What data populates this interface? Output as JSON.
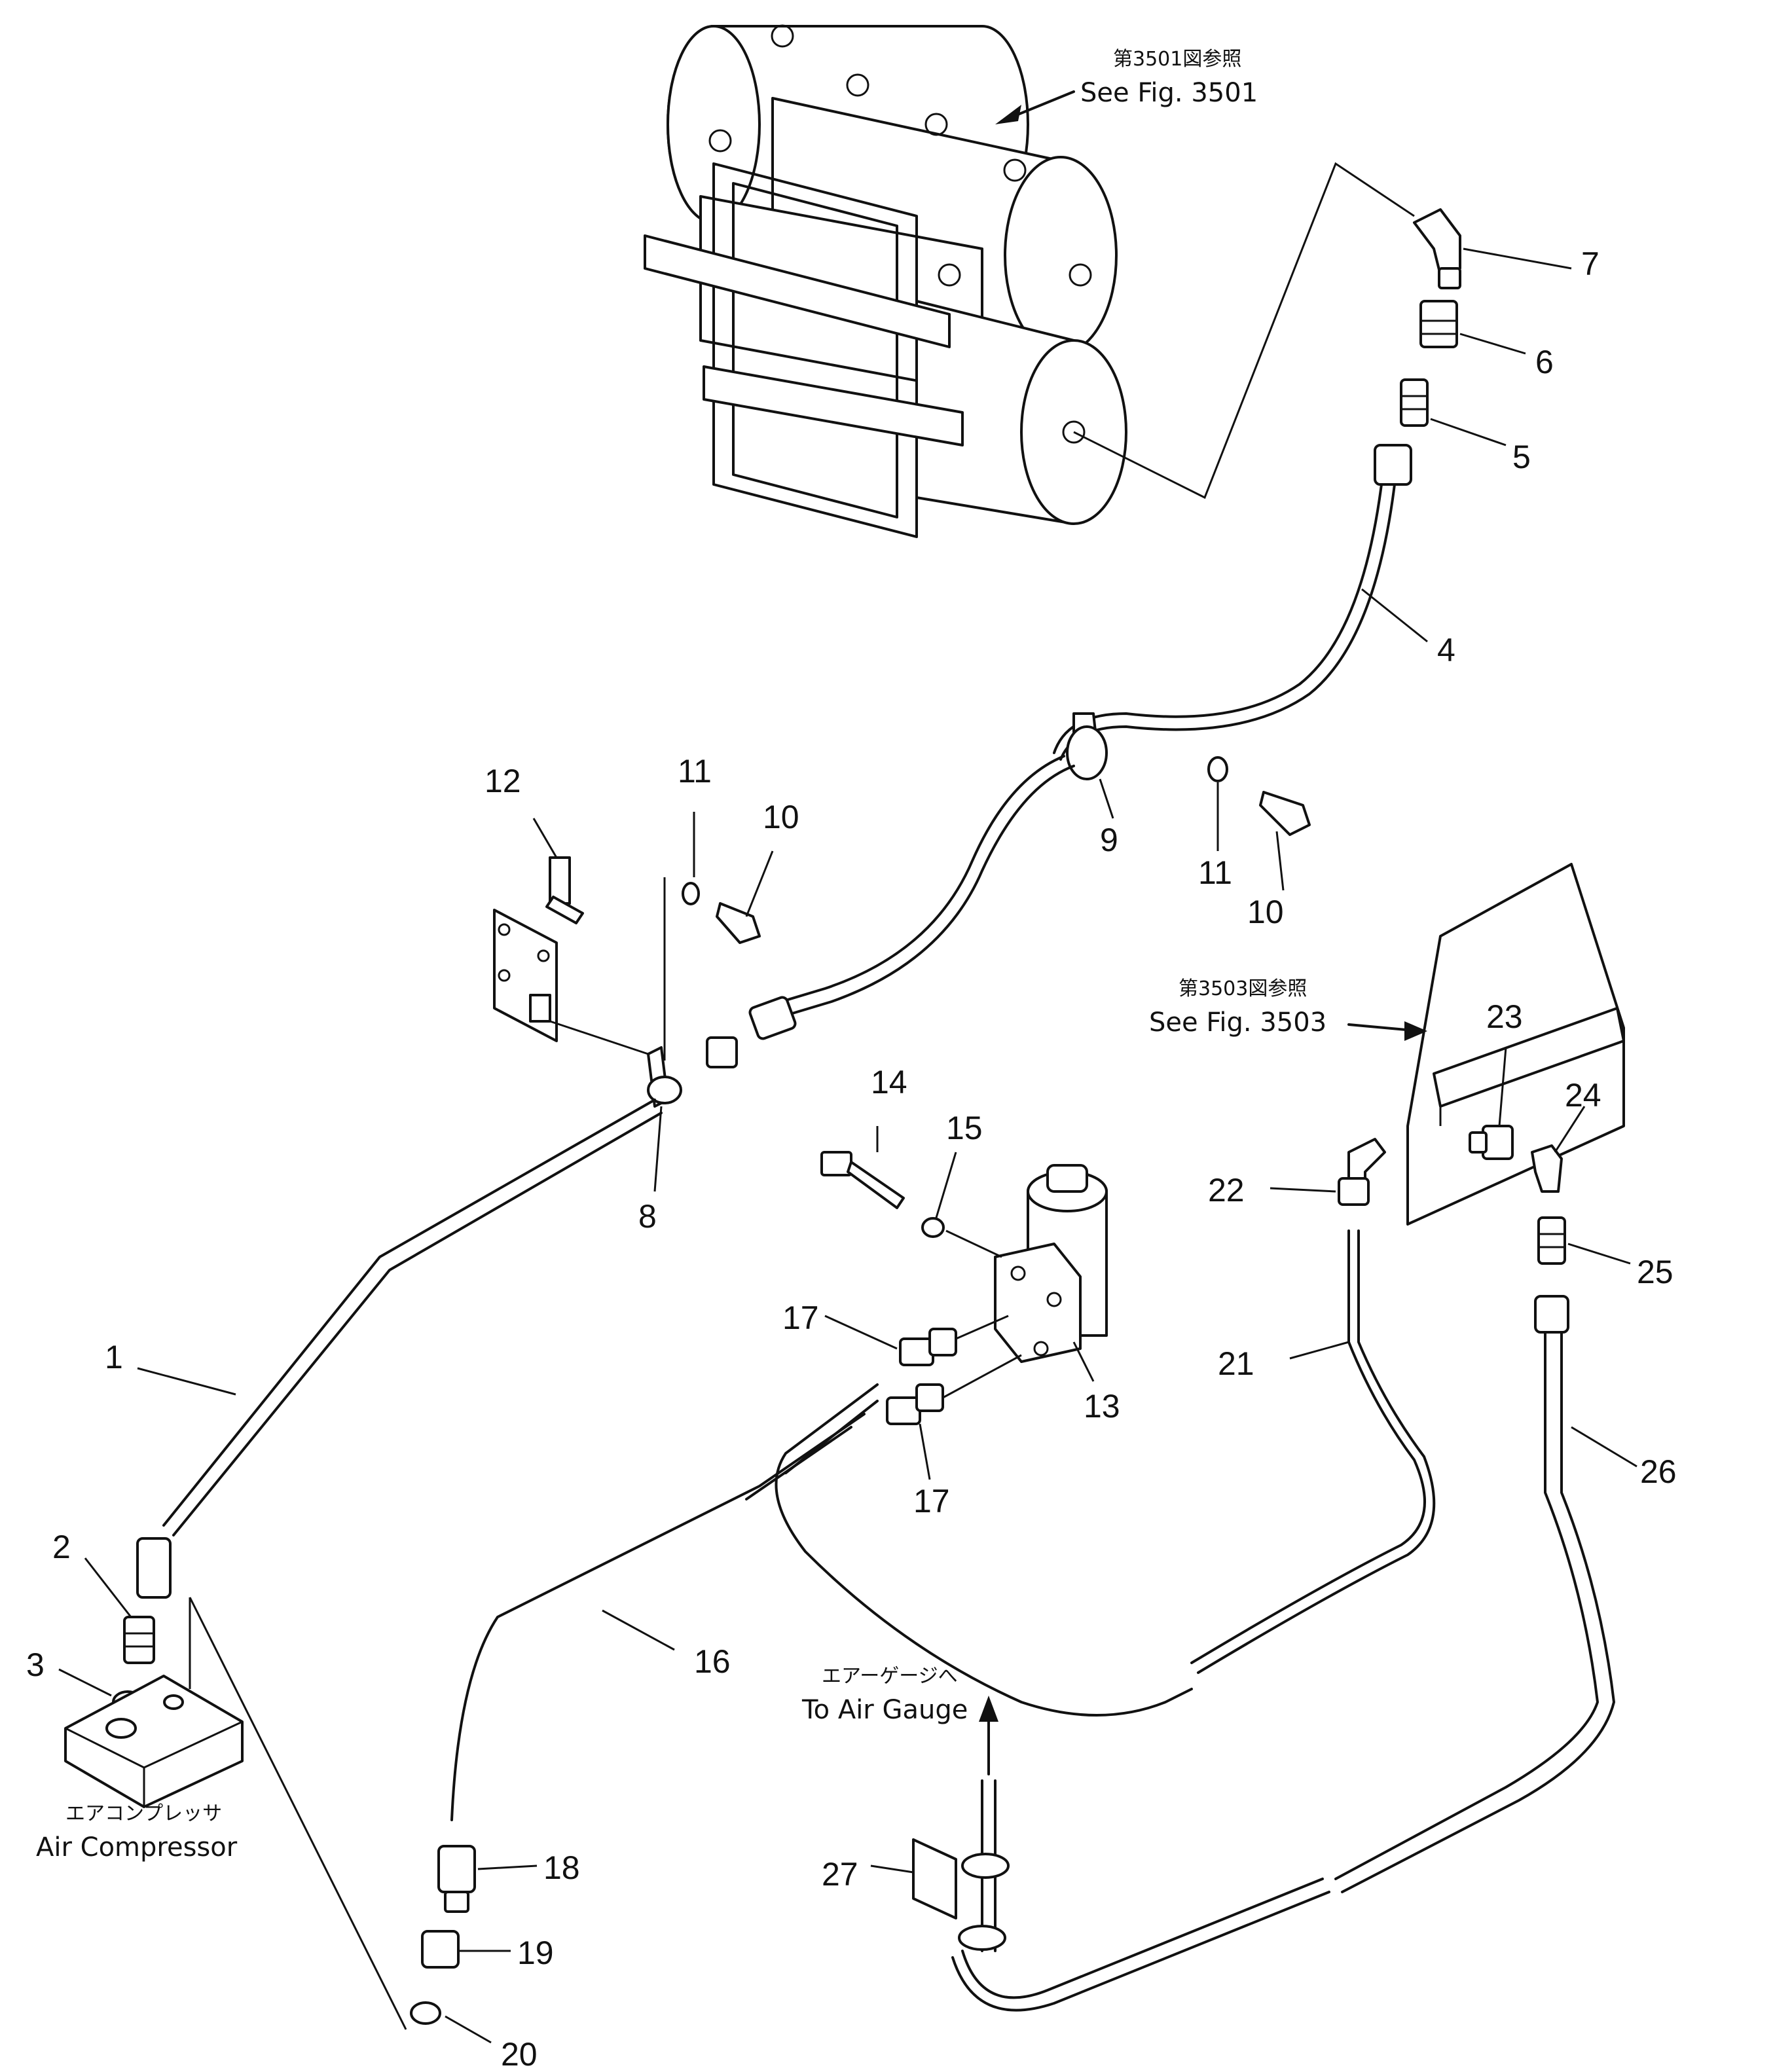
{
  "callouts": {
    "p1": "1",
    "p2": "2",
    "p3": "3",
    "p4": "4",
    "p5": "5",
    "p6": "6",
    "p7": "7",
    "p8": "8",
    "p9": "9",
    "p10a": "10",
    "p10b": "10",
    "p11a": "11",
    "p11b": "11",
    "p12": "12",
    "p13": "13",
    "p14": "14",
    "p15": "15",
    "p16": "16",
    "p17a": "17",
    "p17b": "17",
    "p18": "18",
    "p19": "19",
    "p20": "20",
    "p21": "21",
    "p22": "22",
    "p23": "23",
    "p24": "24",
    "p25": "25",
    "p26": "26",
    "p27": "27"
  },
  "notes": {
    "fig3501_jp": "第3501図参照",
    "fig3501_en": "See Fig. 3501",
    "fig3503_jp": "第3503図参照",
    "fig3503_en": "See Fig. 3503",
    "gauge_jp": "エアーゲージへ",
    "gauge_en": "To Air Gauge",
    "compressor_jp": "エアコンプレッサ",
    "compressor_en": "Air Compressor"
  }
}
